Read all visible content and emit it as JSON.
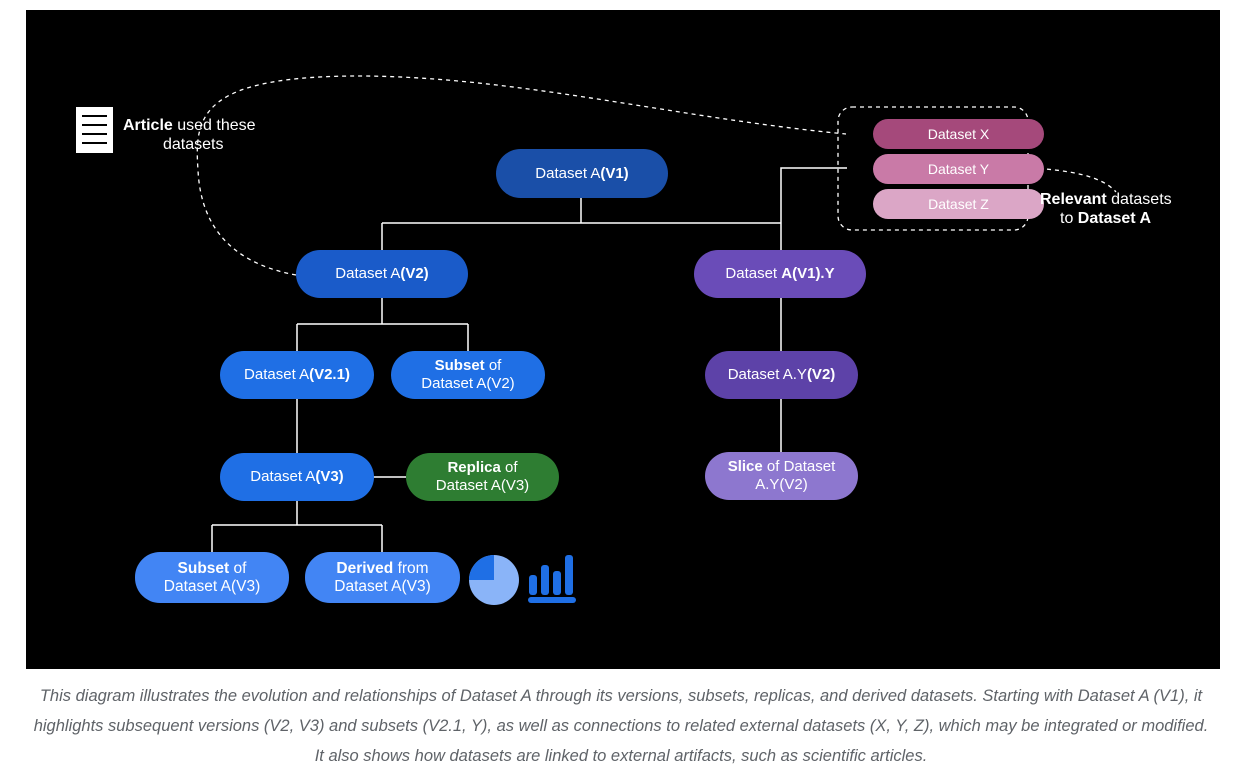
{
  "diagram": {
    "nodes": {
      "a_v1": {
        "text": "Dataset A",
        "bold": "(V1)",
        "color": "#1a4fa8"
      },
      "a_v2": {
        "text": "Dataset A",
        "bold": "(V2)",
        "color": "#1a5bc9"
      },
      "a_v21": {
        "text": "Dataset A",
        "bold": "(V2.1)",
        "color": "#1f6fe5"
      },
      "subset_v2": {
        "bold": "Subset",
        "text": " of",
        "line2": "Dataset A(V2)",
        "color": "#1f6fe5"
      },
      "a_v3": {
        "text": "Dataset A",
        "bold": "(V3)",
        "color": "#1f6fe5"
      },
      "replica_v3": {
        "bold": "Replica",
        "text": " of",
        "line2": "Dataset A(V3)",
        "color": "#2e7d32"
      },
      "subset_v3": {
        "bold": "Subset",
        "text": " of",
        "line2": "Dataset A(V3)",
        "color": "#4285f4"
      },
      "derived_v3": {
        "bold": "Derived",
        "text": " from",
        "line2": "Dataset A(V3)",
        "color": "#4285f4"
      },
      "a_v1y": {
        "text": "Dataset ",
        "bold": "A(V1).Y",
        "color": "#6a4cb8"
      },
      "ay_v2": {
        "text": "Dataset A.Y",
        "bold": "(V2)",
        "color": "#5d42a8"
      },
      "slice_ayv2": {
        "bold": "Slice",
        "text": " of Dataset",
        "line2": "A.Y(V2)",
        "color": "#8d77cf"
      }
    },
    "external": [
      {
        "label": "Dataset X",
        "color": "#a5497b"
      },
      {
        "label": "Dataset Y",
        "color": "#c97aa7"
      },
      {
        "label": "Dataset Z",
        "color": "#dba6c6"
      }
    ],
    "article_note": {
      "bold": "Article",
      "rest": " used these",
      "line2": "datasets"
    },
    "relevant_note": {
      "bold": "Relevant",
      "rest": " datasets",
      "line2_pre": "to ",
      "line2_bold": "Dataset A"
    },
    "icons": [
      "document-icon",
      "pie-chart-icon",
      "bar-chart-icon"
    ],
    "line_color": "#ffffff",
    "icon_color": "#8ab4f8"
  },
  "caption": "This diagram illustrates the evolution and relationships of Dataset A through its versions, subsets, replicas, and derived datasets. Starting with Dataset A (V1), it highlights subsequent versions (V2, V3) and subsets (V2.1, Y), as well as connections to related external datasets (X, Y, Z), which may be integrated or modified. It also shows how datasets are linked to external artifacts, such as scientific articles."
}
